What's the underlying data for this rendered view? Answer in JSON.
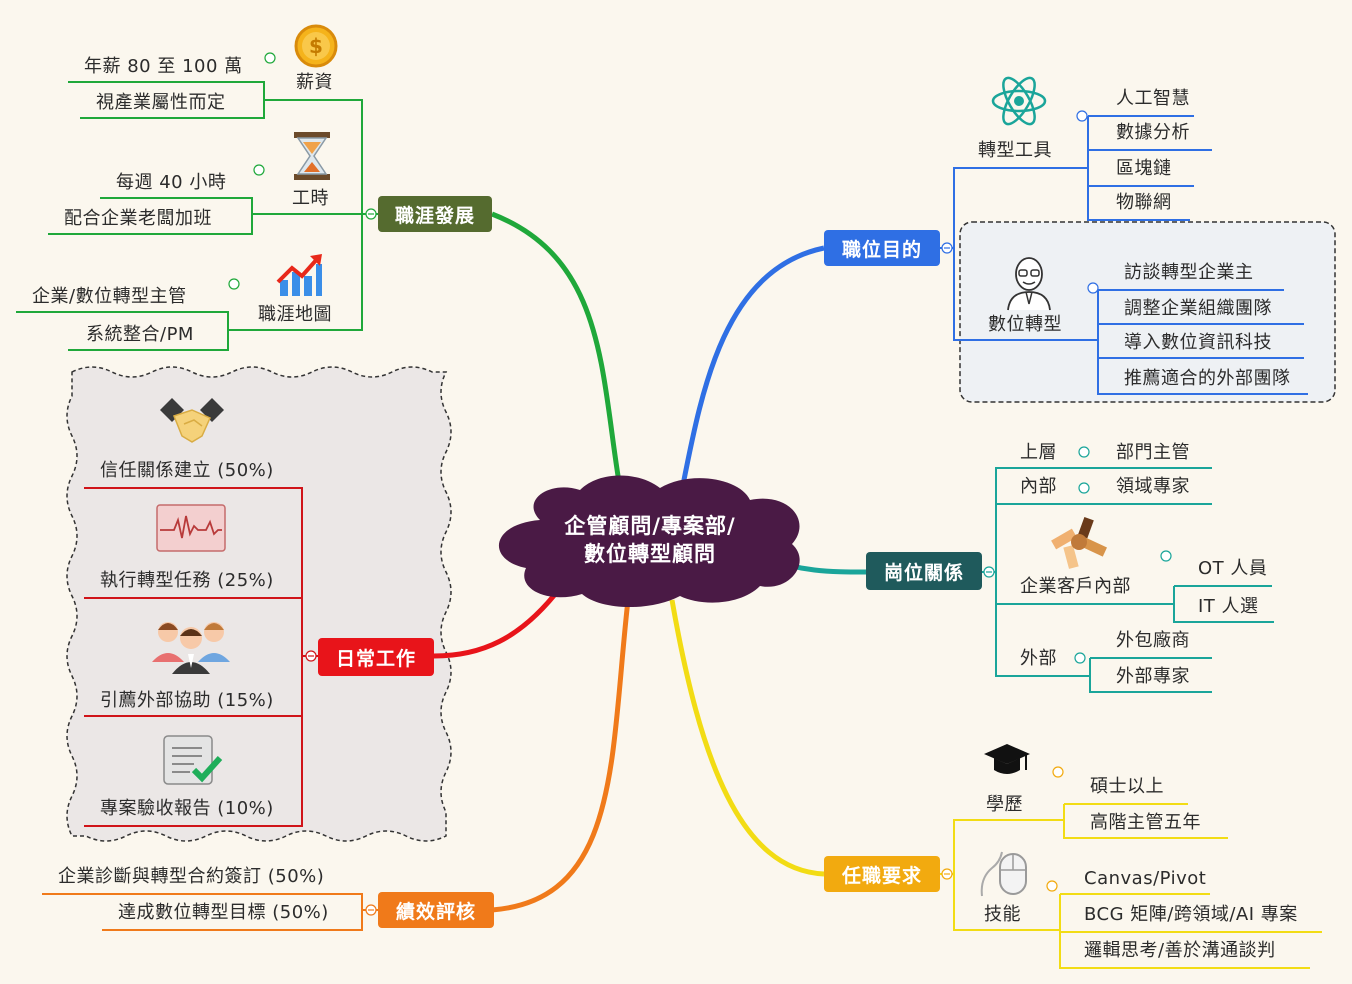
{
  "center": {
    "line1": "企管顧問/專案部/",
    "line2": "數位轉型顧問"
  },
  "career": {
    "title": "職涯發展",
    "salary": {
      "label": "薪資",
      "items": [
        "年薪 80 至 100 萬",
        "視產業屬性而定"
      ]
    },
    "hours": {
      "label": "工時",
      "items": [
        "每週 40 小時",
        "配合企業老闆加班"
      ]
    },
    "path": {
      "label": "職涯地圖",
      "items": [
        "企業/數位轉型主管",
        "系統整合/PM"
      ]
    }
  },
  "daily": {
    "title": "日常工作",
    "items": [
      "信任關係建立 (50%)",
      "執行轉型任務 (25%)",
      "引薦外部協助 (15%)",
      "專案驗收報告 (10%)"
    ]
  },
  "kpi": {
    "title": "績效評核",
    "items": [
      "企業診斷與轉型合約簽訂 (50%)",
      "達成數位轉型目標 (50%)"
    ]
  },
  "purpose": {
    "title": "職位目的",
    "tools": {
      "label": "轉型工具",
      "items": [
        "人工智慧",
        "數據分析",
        "區塊鏈",
        "物聯網"
      ]
    },
    "digital": {
      "label": "數位轉型",
      "items": [
        "訪談轉型企業主",
        "調整企業組織團隊",
        "導入數位資訊科技",
        "推薦適合的外部團隊"
      ]
    }
  },
  "relations": {
    "title": "崗位關係",
    "upper": {
      "label": "上層",
      "value": "部門主管"
    },
    "inner": {
      "label": "內部",
      "value": "領域專家"
    },
    "client": {
      "label": "企業客戶內部",
      "items": [
        "OT 人員",
        "IT 人選"
      ]
    },
    "outer": {
      "label": "外部",
      "items": [
        "外包廠商",
        "外部專家"
      ]
    }
  },
  "requirements": {
    "title": "任職要求",
    "education": {
      "label": "學歷",
      "items": [
        "碩士以上",
        "高階主管五年"
      ]
    },
    "skills": {
      "label": "技能",
      "items": [
        "Canvas/Pivot",
        "BCG 矩陣/跨領域/AI 專案",
        "邏輯思考/善於溝通談判"
      ]
    }
  },
  "colors": {
    "career": "#556b2f",
    "daily": "#e8141a",
    "kpi": "#f07a1a",
    "purpose": "#2f6fe4",
    "relations": "#1f5a5c",
    "requirements": "#f2aa0f",
    "center": "#4a1a45"
  },
  "icons": [
    "coin-icon",
    "hourglass-icon",
    "growth-chart-icon",
    "handshake-icon",
    "heartbeat-icon",
    "team-icon",
    "checklist-icon",
    "atom-icon",
    "person-icon",
    "hands-circle-icon",
    "graduation-cap-icon",
    "mouse-icon"
  ]
}
